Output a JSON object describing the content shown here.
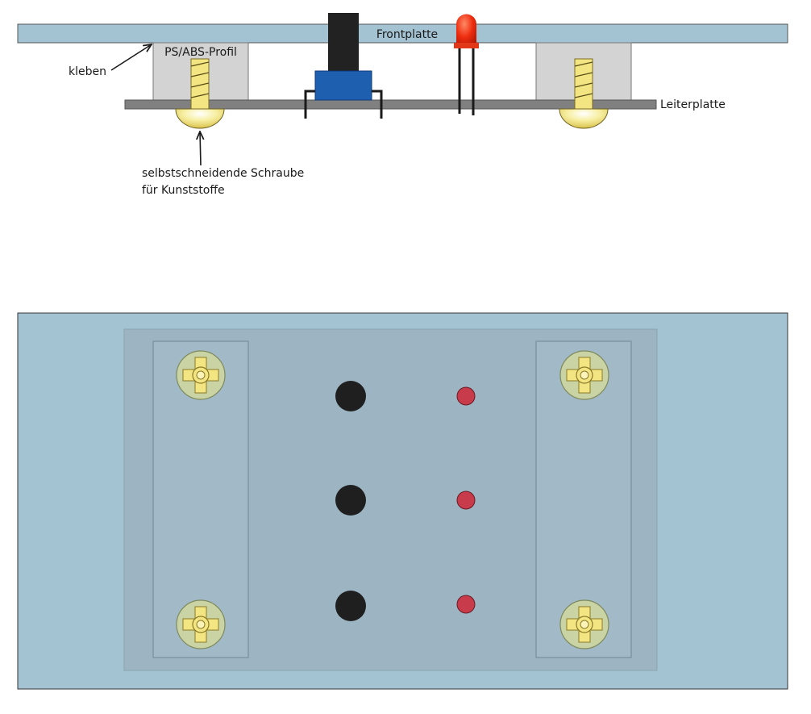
{
  "side_view": {
    "labels": {
      "front_panel": "Frontplatte",
      "profile": "PS/ABS-Profil",
      "glue": "kleben",
      "pcb": "Leiterplatte",
      "screw_line1": "selbstschneidende Schraube",
      "screw_line2": "für Kunststoffe"
    }
  },
  "colors": {
    "panel": "#a4c3d2",
    "pcb": "#808080",
    "profile": "#d3d3d3",
    "screw": "#f2e582",
    "button_cap": "#222222",
    "button_body": "#1e5fb0",
    "led": "#e02a10",
    "top_led": "#c73b4b",
    "top_button": "#1f1f1f"
  }
}
